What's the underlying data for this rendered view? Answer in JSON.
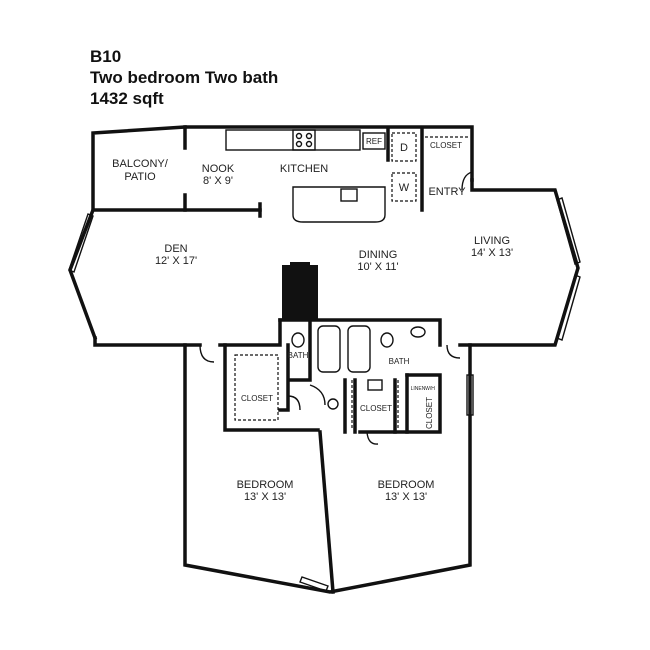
{
  "header": {
    "unit": "B10",
    "type": "Two bedroom Two bath",
    "area": "1432 sqft"
  },
  "rooms": {
    "balcony": [
      "BALCONY/",
      "PATIO"
    ],
    "nook": {
      "name": "NOOK",
      "size": "8' X 9'"
    },
    "kitchen": "KITCHEN",
    "ref": "REF",
    "dryer": "D",
    "washer": "W",
    "entry_closet": "CLOSET",
    "entry": "ENTRY",
    "den": {
      "name": "DEN",
      "size": "12' X 17'"
    },
    "dining": {
      "name": "DINING",
      "size": "10' X 11'"
    },
    "living": {
      "name": "LIVING",
      "size": "14' X 13'"
    },
    "bath1": "BATH",
    "bath2": "BATH",
    "closet_left": "CLOSET",
    "closet_mid": "CLOSET",
    "closet_right": "CLOSET",
    "linen": "LINEN",
    "wh": "W/H",
    "bedroom1": {
      "name": "BEDROOM",
      "size": "13' X 13'"
    },
    "bedroom2": {
      "name": "BEDROOM",
      "size": "13' X 13'"
    }
  }
}
